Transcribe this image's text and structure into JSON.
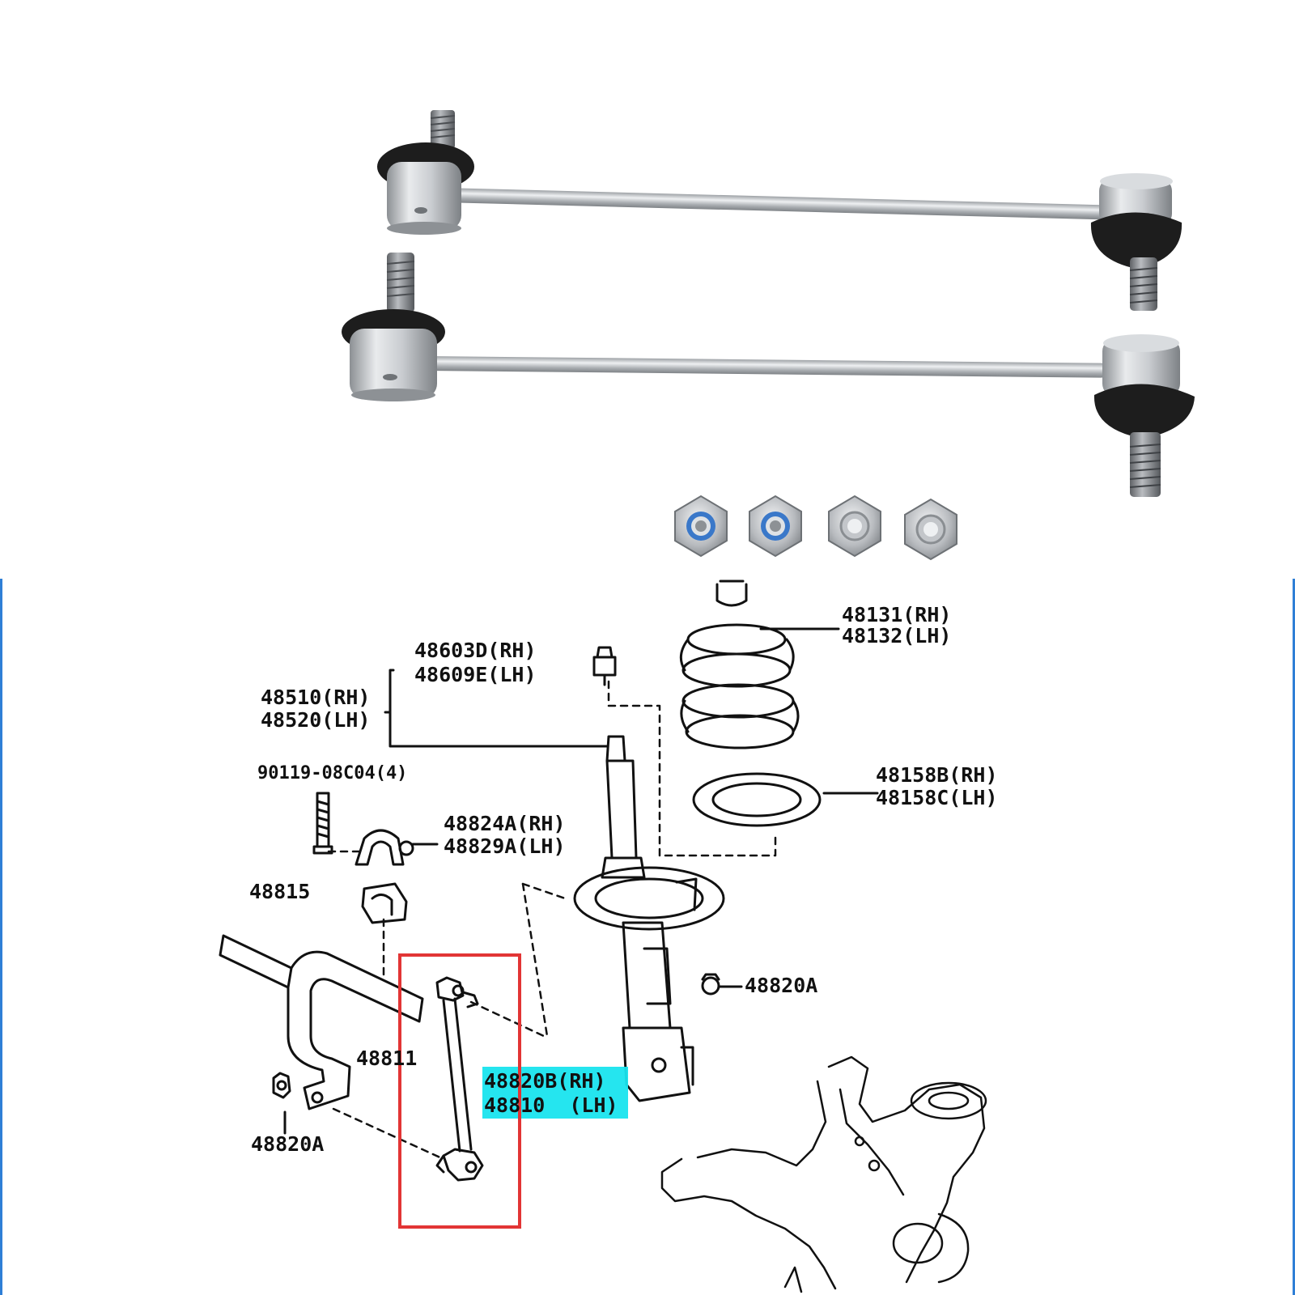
{
  "colors": {
    "highlight": "#19e4ee",
    "callout_box": "#e23535",
    "edge_line": "#2f7fd6",
    "rubber_boot": "#1d1d1d",
    "steel": "#b9bcc0",
    "nylon_insert": "#3a78c9"
  },
  "photo": {
    "parts": [
      "stabilizer-link",
      "stabilizer-link",
      "nylon-lock-nut",
      "nylon-lock-nut",
      "hex-nut",
      "hex-nut"
    ]
  },
  "diagram": {
    "labels": {
      "spring_rh": "48131(RH)",
      "spring_lh": "48132(LH)",
      "mount_rh": "48603D(RH)",
      "mount_lh": "48609E(LH)",
      "strut_rh": "48510(RH)",
      "strut_lh": "48520(LH)",
      "bolt": "90119-08C04(4)",
      "bracket_rh": "48824A(RH)",
      "bracket_lh": "48829A(LH)",
      "insulator_rh": "48158B(RH)",
      "insulator_lh": "48158C(LH)",
      "bushing": "48815",
      "nut_right": "48820A",
      "stabilizer_bar": "48811",
      "link_rh": "48820B(RH)",
      "link_lh": "48810  (LH)",
      "nut_left": "48820A"
    }
  }
}
